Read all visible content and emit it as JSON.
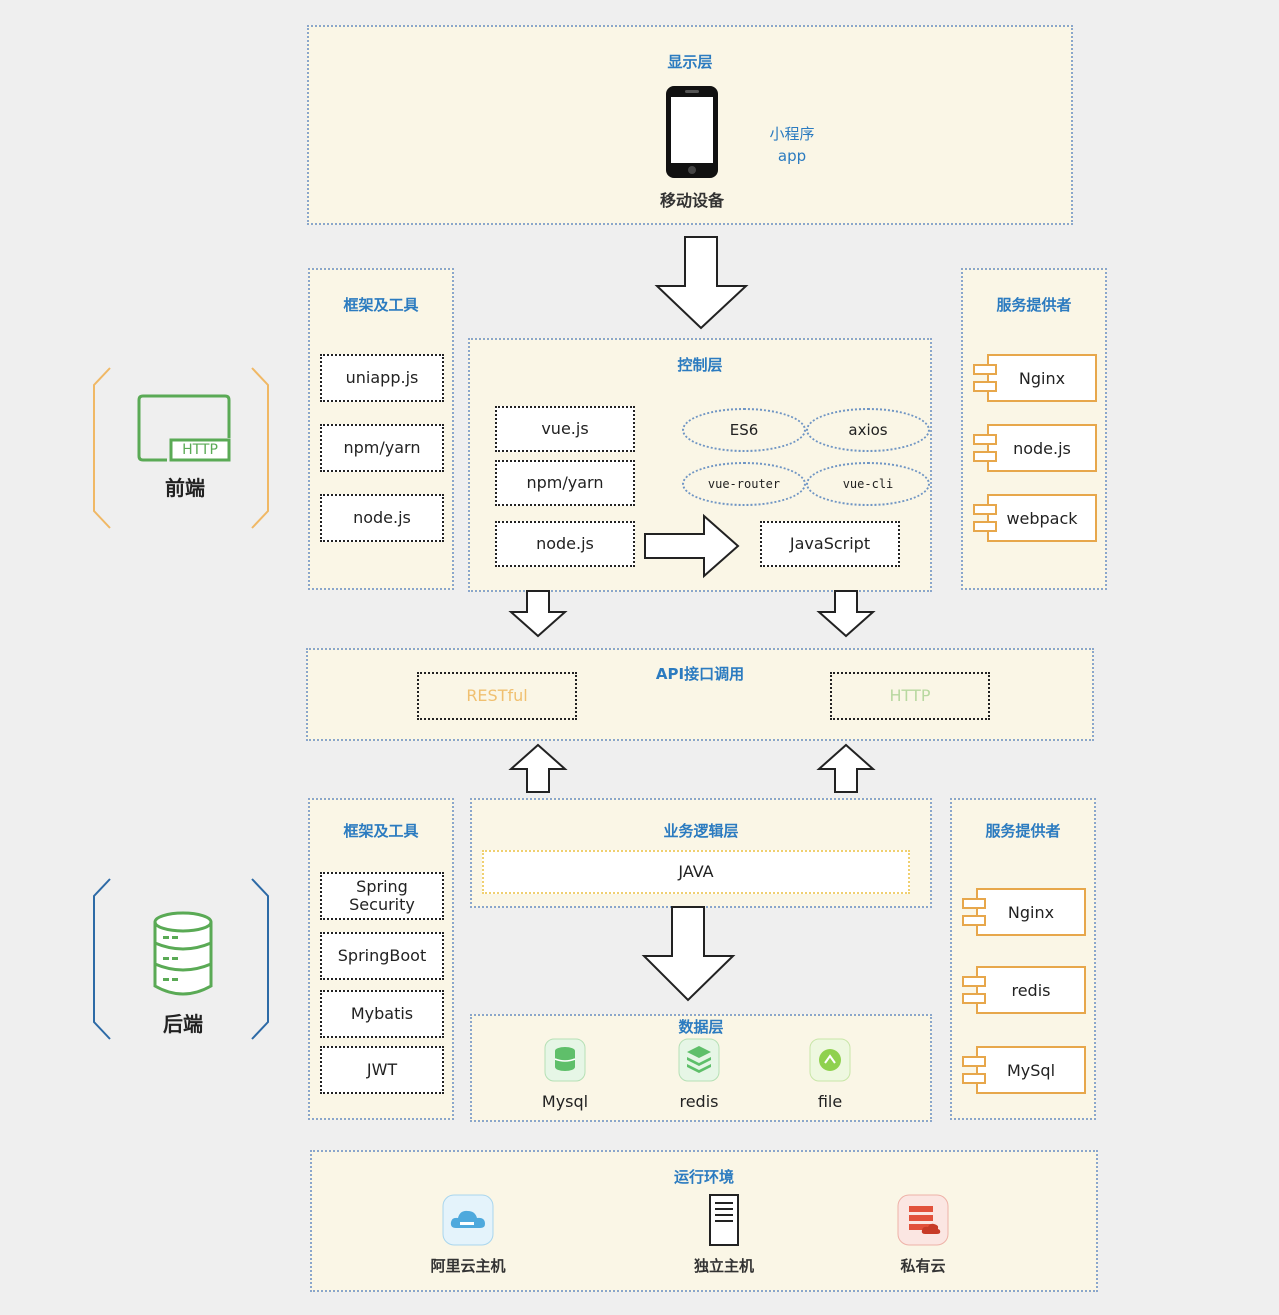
{
  "display_layer": {
    "title": "显示层",
    "device_label": "移动设备",
    "targets": [
      "小程序",
      "app"
    ]
  },
  "frontend": {
    "side_label": "前端",
    "screen_badge": "HTTP",
    "tools": {
      "title": "框架及工具",
      "items": [
        "uniapp.js",
        "npm/yarn",
        "node.js"
      ]
    },
    "control": {
      "title": "控制层",
      "boxes": [
        "vue.js",
        "npm/yarn",
        "node.js"
      ],
      "ellipses": [
        "ES6",
        "axios",
        "vue-router",
        "vue-cli"
      ],
      "result": "JavaScript"
    },
    "providers": {
      "title": "服务提供者",
      "items": [
        "Nginx",
        "node.js",
        "webpack"
      ]
    }
  },
  "api": {
    "title": "API接口调用",
    "left": "RESTful",
    "right": "HTTP"
  },
  "backend": {
    "side_label": "后端",
    "tools": {
      "title": "框架及工具",
      "items": [
        "Spring\nSecurity",
        "SpringBoot",
        "Mybatis",
        "JWT"
      ]
    },
    "logic": {
      "title": "业务逻辑层",
      "language": "JAVA"
    },
    "data": {
      "title": "数据层",
      "items": [
        "Mysql",
        "redis",
        "file"
      ]
    },
    "providers": {
      "title": "服务提供者",
      "items": [
        "Nginx",
        "redis",
        "MySql"
      ]
    }
  },
  "runtime": {
    "title": "运行环境",
    "items": [
      "阿里云主机",
      "独立主机",
      "私有云"
    ]
  },
  "colors": {
    "panel_bg": "#faf6e6",
    "title_blue": "#2b7bc0",
    "orange": "#e7a74b",
    "green": "#5aaa55",
    "api_text": "#f0c070"
  }
}
